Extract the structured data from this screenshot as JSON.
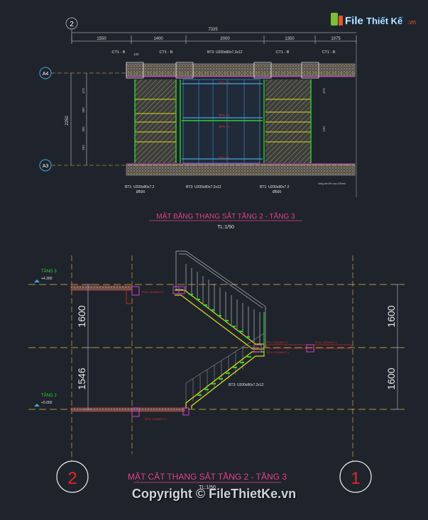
{
  "logo": {
    "text_a": "File",
    "text_b": "Thiết Kế",
    "text_c": ".vn"
  },
  "plan": {
    "grid_top_label": "2",
    "grid_left_a": "A4",
    "grid_left_b": "A3",
    "total_dim": "7325",
    "dims_top": [
      "1550",
      "1400",
      "2000",
      "1350",
      "1075"
    ],
    "dims_left": [
      "2250"
    ],
    "dims_small": [
      "120",
      "472",
      "262",
      "262",
      "262",
      "472",
      "120"
    ],
    "ct_labels": [
      "CT1 - B",
      "CT1 - B",
      "CT1 - B",
      "CT1 - B"
    ],
    "beam_top": "BT3: U200x80x7.2x12",
    "beam_bottoms": [
      "BT1: U200x80x7.2",
      "BT3: U200x80x7.2x12",
      "BT1: U200x80x7.2"
    ],
    "spacing_a": "Ø500",
    "spacing_b": "Ø500",
    "note_small": "nâng sàn lên cao 100mm",
    "step_labels": [
      "BT5 - A",
      "BT5 - A",
      "BT5 - A",
      "BT5 - A"
    ],
    "title": "MẶT BẰNG THANG SẮT TẦNG 2 - TẦNG 3",
    "scale": "TL:1/50"
  },
  "section": {
    "level_top": "TẦNG 3",
    "level_top_val": "+4.300",
    "level_bottom": "TẦNG 2",
    "level_bottom_val": "+0.000",
    "dims_left": [
      "1600",
      "1546"
    ],
    "dims_right": [
      "1600",
      "1600"
    ],
    "beam_mid": "BT3: U200x80x7.2x12",
    "beam_labels": [
      "BT1a: U200x80x7.2",
      "BT1: U200x80x7.2",
      "BT1a: U200x80x7.2",
      "BT1a: U200x80x7.2",
      "BT1a: U200x80x7.2"
    ],
    "grid_left": "2",
    "grid_right": "1",
    "title": "MẶT CẮT THANG SẮT TẦNG 2 - TẦNG 3",
    "scale": "TL:1/50"
  },
  "footer": {
    "copyright": "Copyright © FileThietKe.vn"
  },
  "colors": {
    "background": "#1f242c",
    "dim_line": "#9a9ea5",
    "title_pink": "#e0408a",
    "grid_cyan": "#44a8e0",
    "axis_dash": "#e0c03a",
    "hatch": "#c8c3b0",
    "stair_yellow": "#d8d820",
    "stair_green": "#30d030",
    "magenta": "#d040d0",
    "red": "#e02828"
  }
}
